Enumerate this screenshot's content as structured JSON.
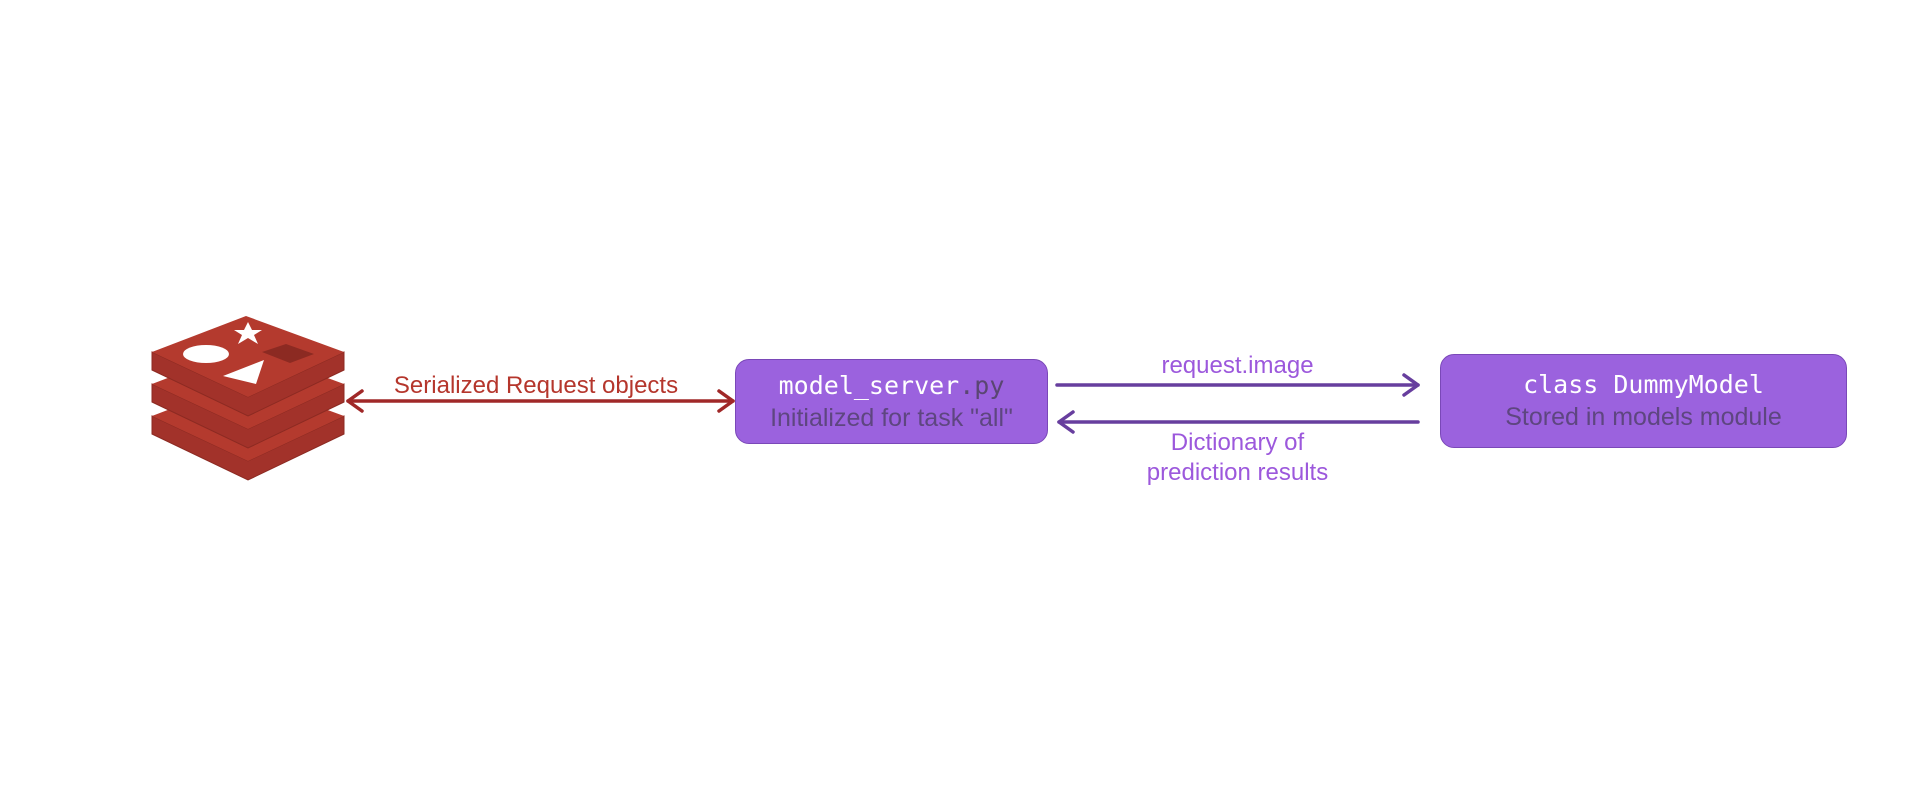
{
  "colors": {
    "redis_red": "#b43a2e",
    "redis_dark": "#8c2a22",
    "redis_side": "#a2322a",
    "arrow_red": "#a02828",
    "label_red": "#b5362c",
    "node_fill": "#9b62de",
    "node_border": "#7a48b8",
    "node_subtext": "#5e4680",
    "arrow_purple": "#673e9e",
    "label_purple": "#9c58dc"
  },
  "icons": {
    "redis": "redis-stack-icon"
  },
  "edges": {
    "redis_server": "Serialized Request objects",
    "server_to_model": "request.image",
    "model_to_server_line1": "Dictionary of",
    "model_to_server_line2": "prediction results"
  },
  "nodes": {
    "server": {
      "name": "model_server",
      "ext": ".py",
      "subtitle": "Initialized for task \"all\""
    },
    "model": {
      "name": "class DummyModel",
      "subtitle": "Stored in models module"
    }
  }
}
